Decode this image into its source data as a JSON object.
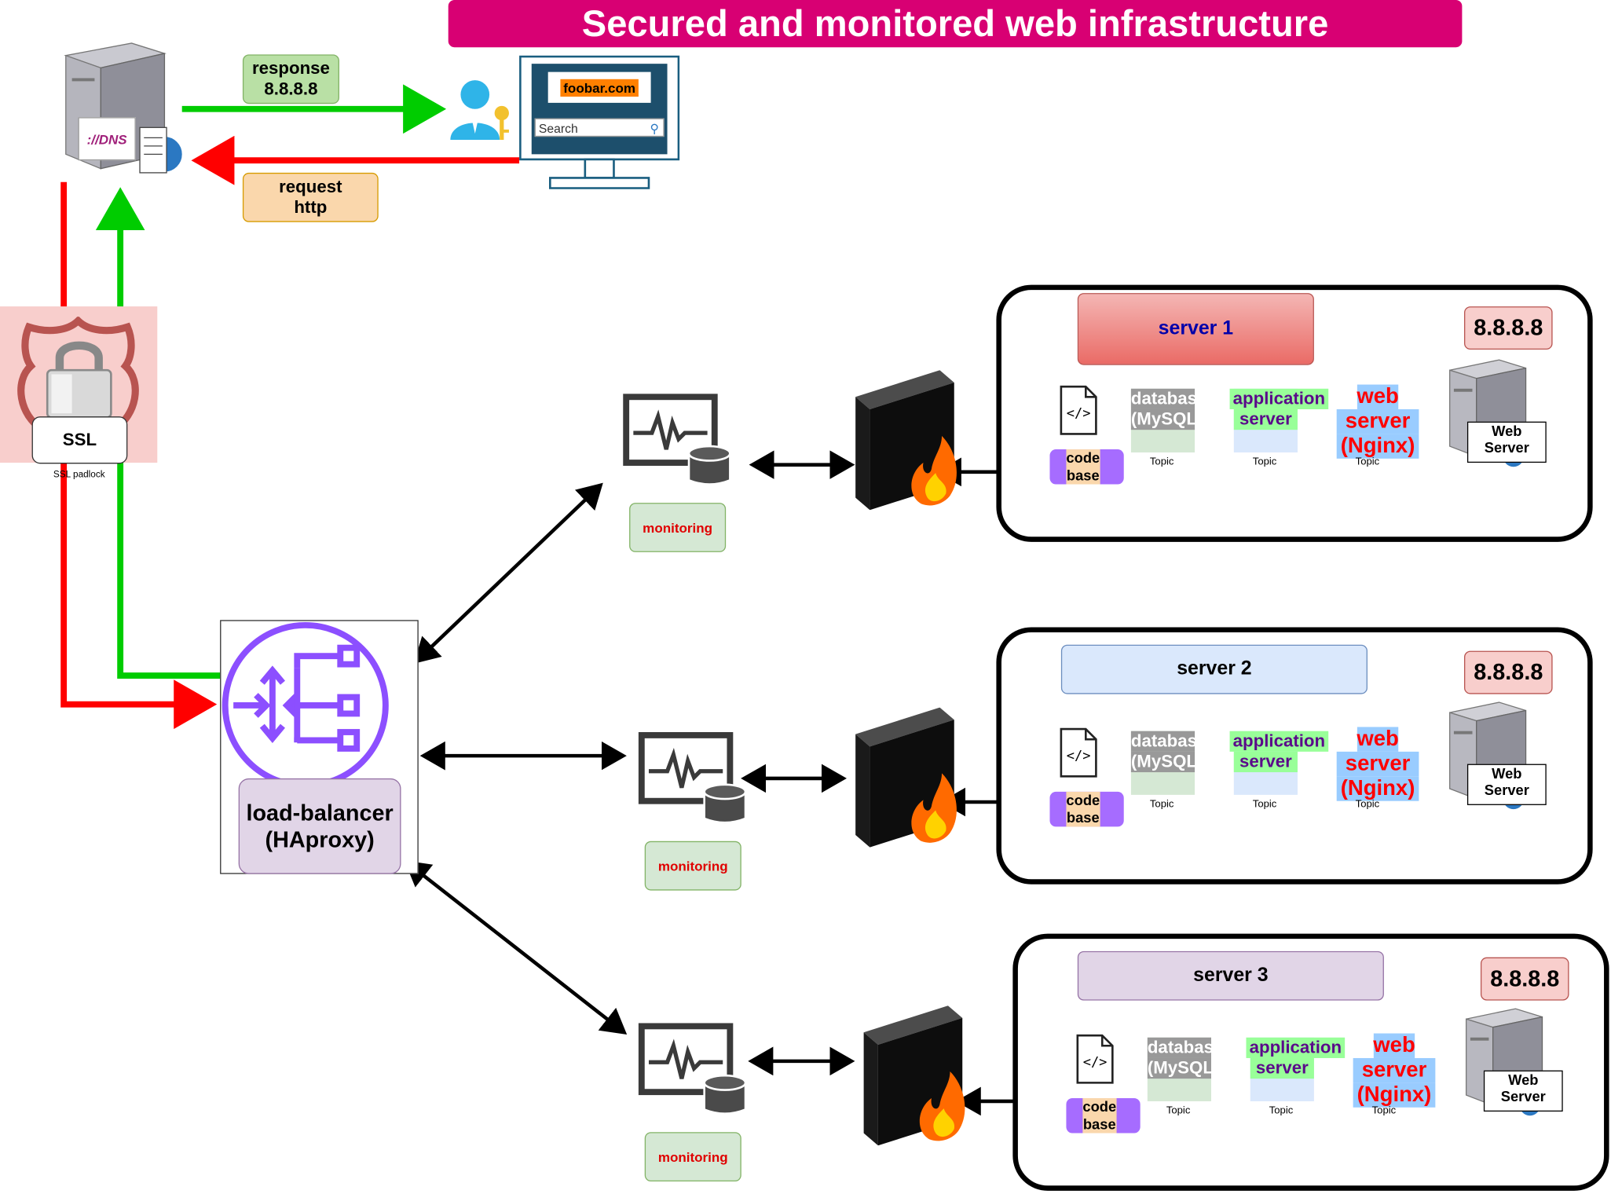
{
  "title": "Secured and monitored web infrastructure",
  "dns": {
    "label": "://DNS"
  },
  "response": {
    "line1": "response",
    "line2": "8.8.8.8"
  },
  "request": {
    "line1": "request",
    "line2": "http"
  },
  "browser": {
    "url": "foobar.com",
    "search_placeholder": "Search"
  },
  "ssl": {
    "label": "SSL",
    "caption": "SSL padlock"
  },
  "load_balancer": {
    "line1": "load-balancer",
    "line2": "(HAproxy)"
  },
  "monitoring_label": "monitoring",
  "servers": [
    {
      "title": "server 1",
      "ip": "8.8.8.8",
      "code": [
        "code",
        "base"
      ],
      "database": [
        "database",
        "(MySQL)"
      ],
      "app": [
        "application",
        "server"
      ],
      "web": [
        "web",
        "server",
        "(Nginx)"
      ],
      "topic": "Topic",
      "webserver": [
        "Web",
        "Server"
      ]
    },
    {
      "title": "server 2",
      "ip": "8.8.8.8",
      "code": [
        "code",
        "base"
      ],
      "database": [
        "database",
        "(MySQL)"
      ],
      "app": [
        "application",
        "server"
      ],
      "web": [
        "web",
        "server",
        "(Nginx)"
      ],
      "topic": "Topic",
      "webserver": [
        "Web",
        "Server"
      ]
    },
    {
      "title": "server 3",
      "ip": "8.8.8.8",
      "code": [
        "code",
        "base"
      ],
      "database": [
        "database",
        "(MySQL)"
      ],
      "app": [
        "application",
        "server"
      ],
      "web": [
        "web",
        "server",
        "(Nginx)"
      ],
      "topic": "Topic",
      "webserver": [
        "Web",
        "Server"
      ]
    }
  ],
  "colors": {
    "title_bg": "#d80073",
    "response_arrow": "#00cc00",
    "request_arrow": "#ff0000",
    "lb_purple": "#8c4fff",
    "server1_bg": "#f19c99",
    "server2_bg": "#dae8fc",
    "server3_bg": "#e1d5e7"
  }
}
